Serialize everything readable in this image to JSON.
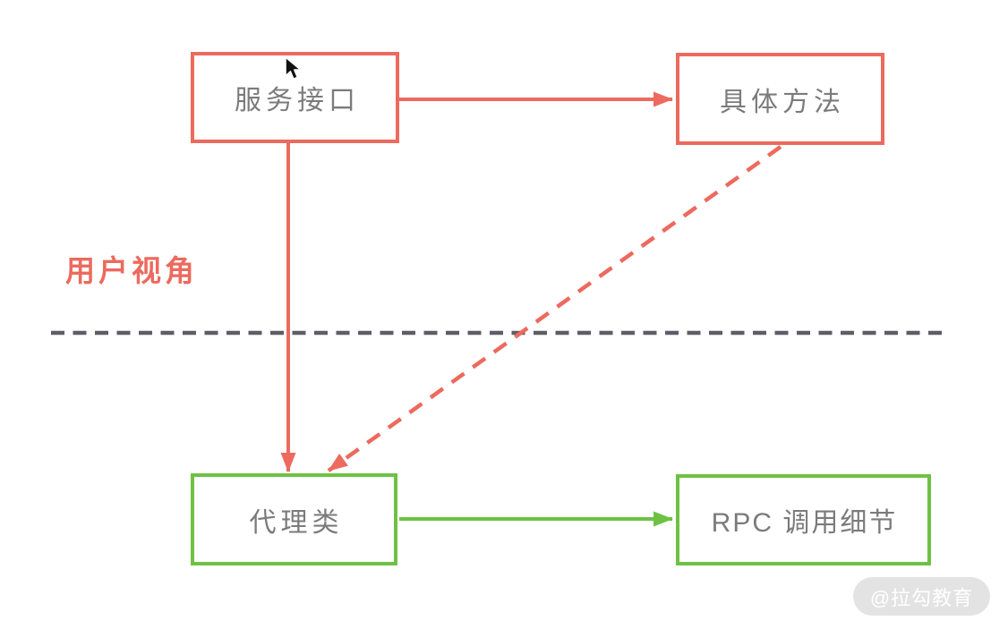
{
  "colors": {
    "red": "#EC6A5E",
    "green": "#6EC143",
    "box-text": "#7B7B7B",
    "separator": "#5E5E66",
    "watermark-bg": "#E3E3E3",
    "watermark-text": "#FFFFFF",
    "background": "#FFFFFF"
  },
  "boxes": [
    {
      "id": "service-interface",
      "label": "服务接口",
      "border": "red"
    },
    {
      "id": "concrete-method",
      "label": "具体方法",
      "border": "red"
    },
    {
      "id": "proxy-class",
      "label": "代理类",
      "border": "green"
    },
    {
      "id": "rpc-call-details",
      "label": "RPC 调用细节",
      "border": "green"
    }
  ],
  "labels": {
    "user_perspective": "用户视角"
  },
  "watermark": {
    "text": "@拉勾教育"
  },
  "arrows": [
    {
      "from": "service-interface",
      "to": "concrete-method",
      "style": "solid",
      "color": "red"
    },
    {
      "from": "service-interface",
      "to": "proxy-class",
      "style": "solid",
      "color": "red"
    },
    {
      "from": "concrete-method",
      "to": "proxy-class",
      "style": "dashed",
      "color": "red"
    },
    {
      "from": "proxy-class",
      "to": "rpc-call-details",
      "style": "solid",
      "color": "green"
    }
  ],
  "separator": {
    "style": "dashed",
    "orientation": "horizontal",
    "divides": "user_perspective / implementation"
  }
}
